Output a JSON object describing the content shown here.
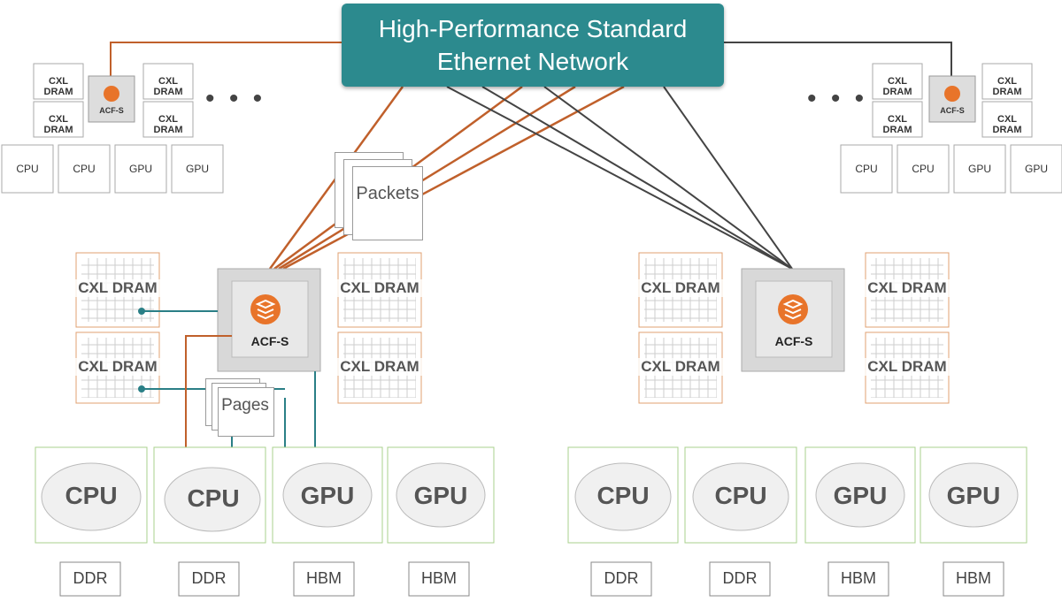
{
  "network": {
    "line1": "High-Performance Standard",
    "line2": "Ethernet Network"
  },
  "packets_label": "Packets",
  "pages_label": "Pages",
  "switch_label": "ACF-S",
  "mem_label": "CXL DRAM",
  "ellipsis": "• • •",
  "processors": {
    "cpu": "CPU",
    "gpu": "GPU"
  },
  "memories": {
    "ddr": "DDR",
    "hbm": "HBM"
  },
  "colors": {
    "network": "#2c8a8e",
    "orange_link": "#c0602b",
    "teal_link": "#2a7f86",
    "gray_link": "#444444",
    "acf_logo": "#e8742a"
  }
}
